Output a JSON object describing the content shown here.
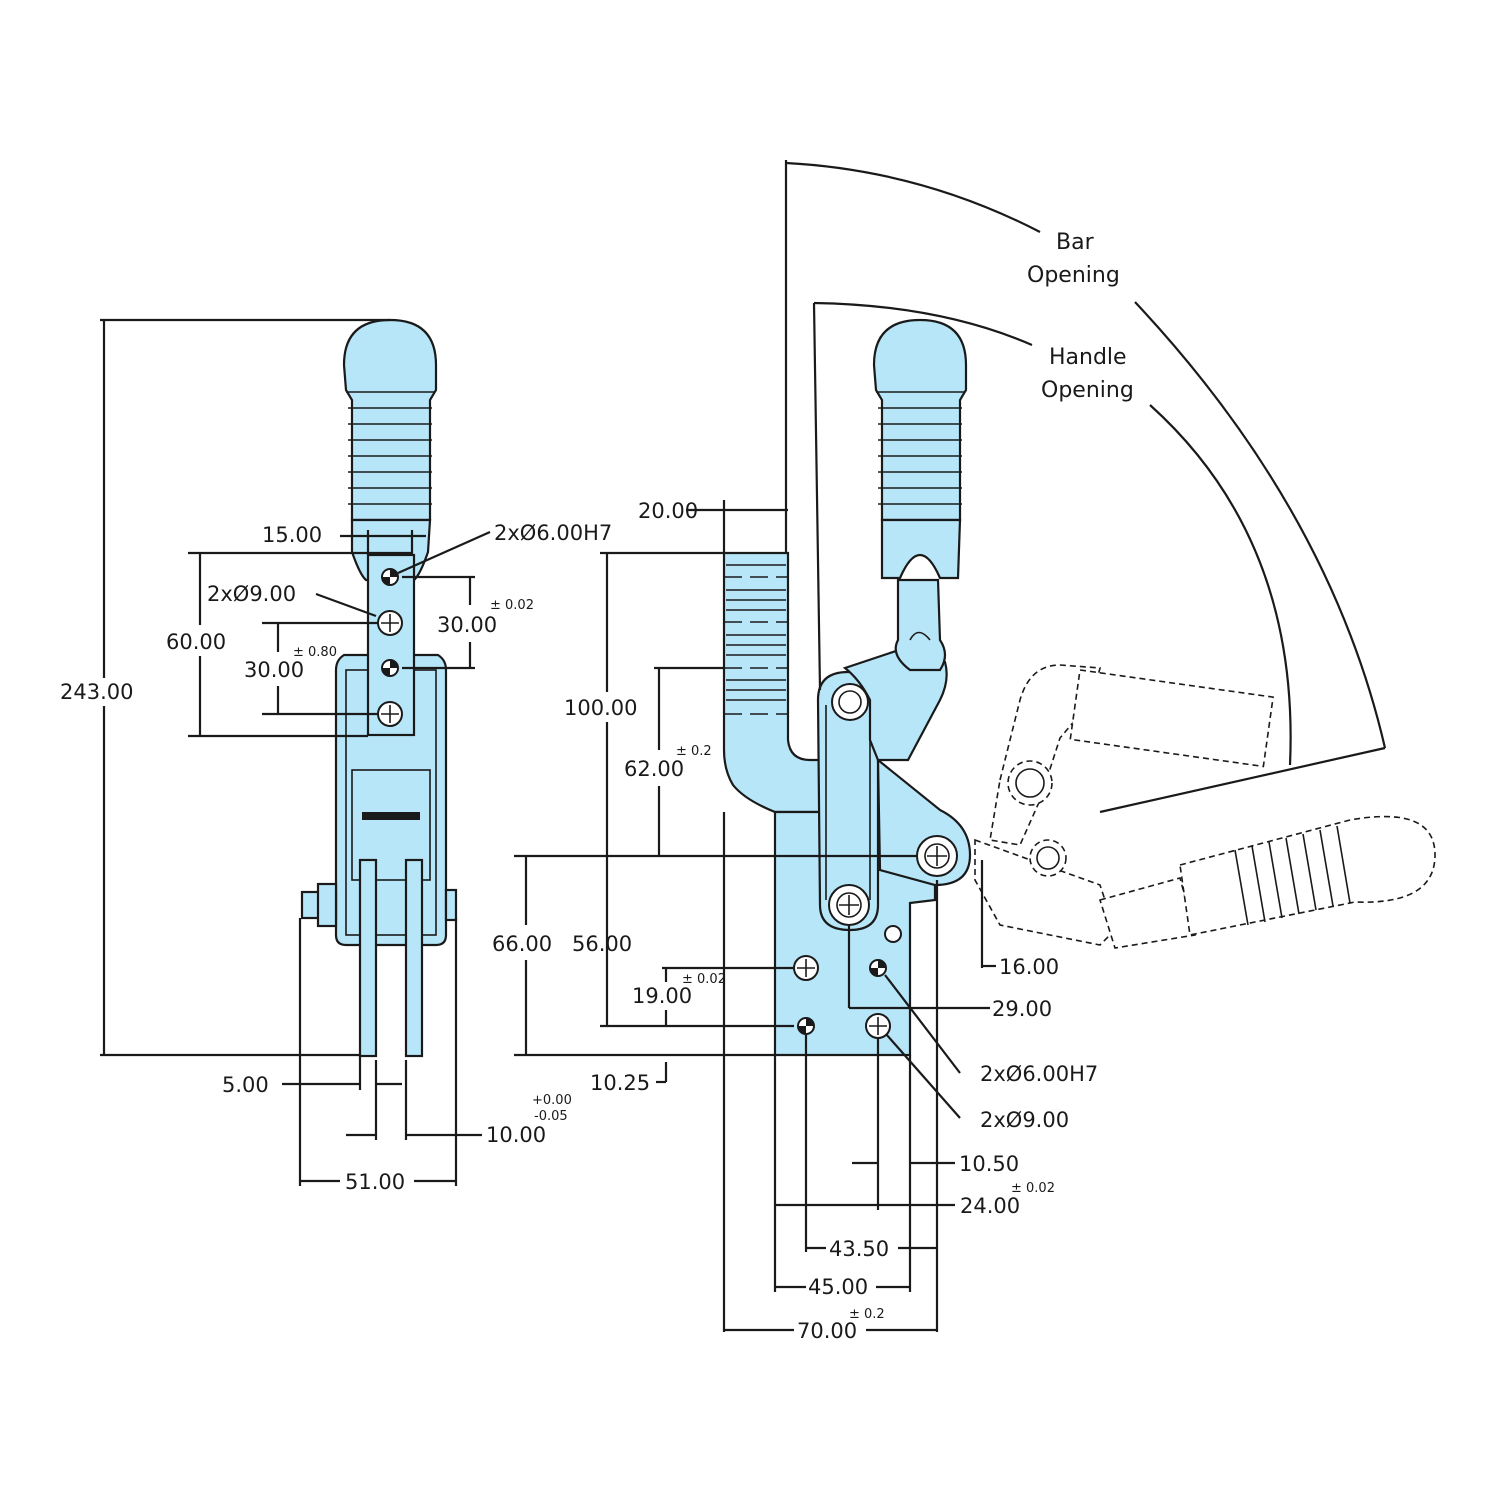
{
  "colors": {
    "part_fill": "#b7e6f9",
    "line": "#1a1a1a",
    "background": "#ffffff"
  },
  "front_view": {
    "overall_height": "243.00",
    "pin_span": "15.00",
    "hole_pitch": "60.00",
    "hole_pitch_small": "30.00",
    "hole_pitch_small_tol": "± 0.80",
    "right_pitch": "30.00",
    "right_pitch_tol": "± 0.02",
    "holes_h7": "2xØ6.00H7",
    "holes_clear": "2xØ9.00",
    "slot_gap": "5.00",
    "bar_width": "10.00",
    "bar_width_tol_upper": "+0.00",
    "bar_width_tol_lower": "-0.05",
    "base_width": "51.00"
  },
  "side_view": {
    "bar_width": "20.00",
    "bar_height": "100.00",
    "pivot_height": "62.00",
    "pivot_height_tol": "± 0.2",
    "base_height": "66.00",
    "pivot_to_base": "56.00",
    "hole_spacing_v": "19.00",
    "hole_spacing_v_tol": "± 0.02",
    "base_offset": "10.25",
    "pivot_offset": "16.00",
    "pivot_to_hole": "29.00",
    "holes_h7": "2xØ6.00H7",
    "holes_clear": "2xØ9.00",
    "edge_offset": "10.50",
    "hole_spacing_h": "24.00",
    "hole_spacing_h_tol": "± 0.02",
    "dim_43": "43.50",
    "dim_45": "45.00",
    "overall_width": "70.00",
    "overall_width_tol": "± 0.2",
    "bar_opening_line1": "Bar",
    "bar_opening_line2": "Opening",
    "handle_opening_line1": "Handle",
    "handle_opening_line2": "Opening"
  }
}
